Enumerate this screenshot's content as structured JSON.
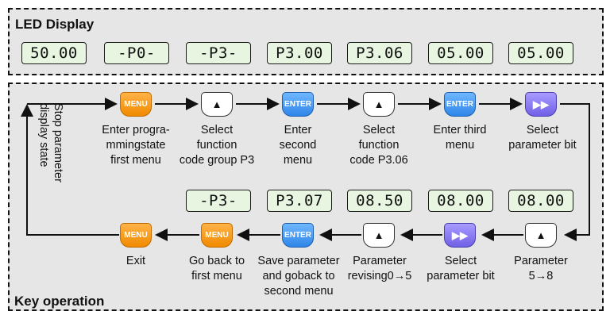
{
  "led_display": {
    "title": "LED Display",
    "values": [
      "50.00",
      "-P0-",
      "-P3-",
      "P3.00",
      "P3.06",
      "05.00",
      "05.00"
    ]
  },
  "key_operation": {
    "title": "Key operation",
    "side_label": [
      "Stop parameter",
      "display state"
    ],
    "row1": [
      {
        "key": "MENU",
        "color": "#f59a12",
        "caption": [
          "Enter progra-",
          "mmingstate",
          "first menu"
        ]
      },
      {
        "key": "▲",
        "color": "#ffffff",
        "caption": [
          "Select",
          "function",
          "code group P3"
        ]
      },
      {
        "key": "ENTER",
        "color": "#3d8fe8",
        "caption": [
          "Enter",
          "second",
          "menu"
        ]
      },
      {
        "key": "▲",
        "color": "#ffffff",
        "caption": [
          "Select",
          "function",
          "code P3.06"
        ]
      },
      {
        "key": "ENTER",
        "color": "#3d8fe8",
        "caption": [
          "Enter third",
          "menu"
        ]
      },
      {
        "key": "▶▶",
        "color": "#7a6cf0",
        "caption": [
          "Select",
          "parameter bit"
        ]
      }
    ],
    "row2_displays": [
      "-P3-",
      "P3.07",
      "08.50",
      "08.00",
      "08.00"
    ],
    "row2": [
      {
        "key": "MENU",
        "color": "#f59a12",
        "caption": [
          "Exit"
        ]
      },
      {
        "key": "MENU",
        "color": "#f59a12",
        "caption": [
          "Go back to",
          "first menu"
        ]
      },
      {
        "key": "ENTER",
        "color": "#3d8fe8",
        "caption": [
          "Save parameter",
          "and goback to",
          "second menu"
        ]
      },
      {
        "key": "▲",
        "color": "#ffffff",
        "caption": [
          "Parameter",
          "revising0→5"
        ]
      },
      {
        "key": "▶▶",
        "color": "#7a6cf0",
        "caption": [
          "Select",
          "parameter bit"
        ]
      },
      {
        "key": "▲",
        "color": "#ffffff",
        "caption": [
          "Parameter",
          "5→8"
        ]
      }
    ]
  }
}
